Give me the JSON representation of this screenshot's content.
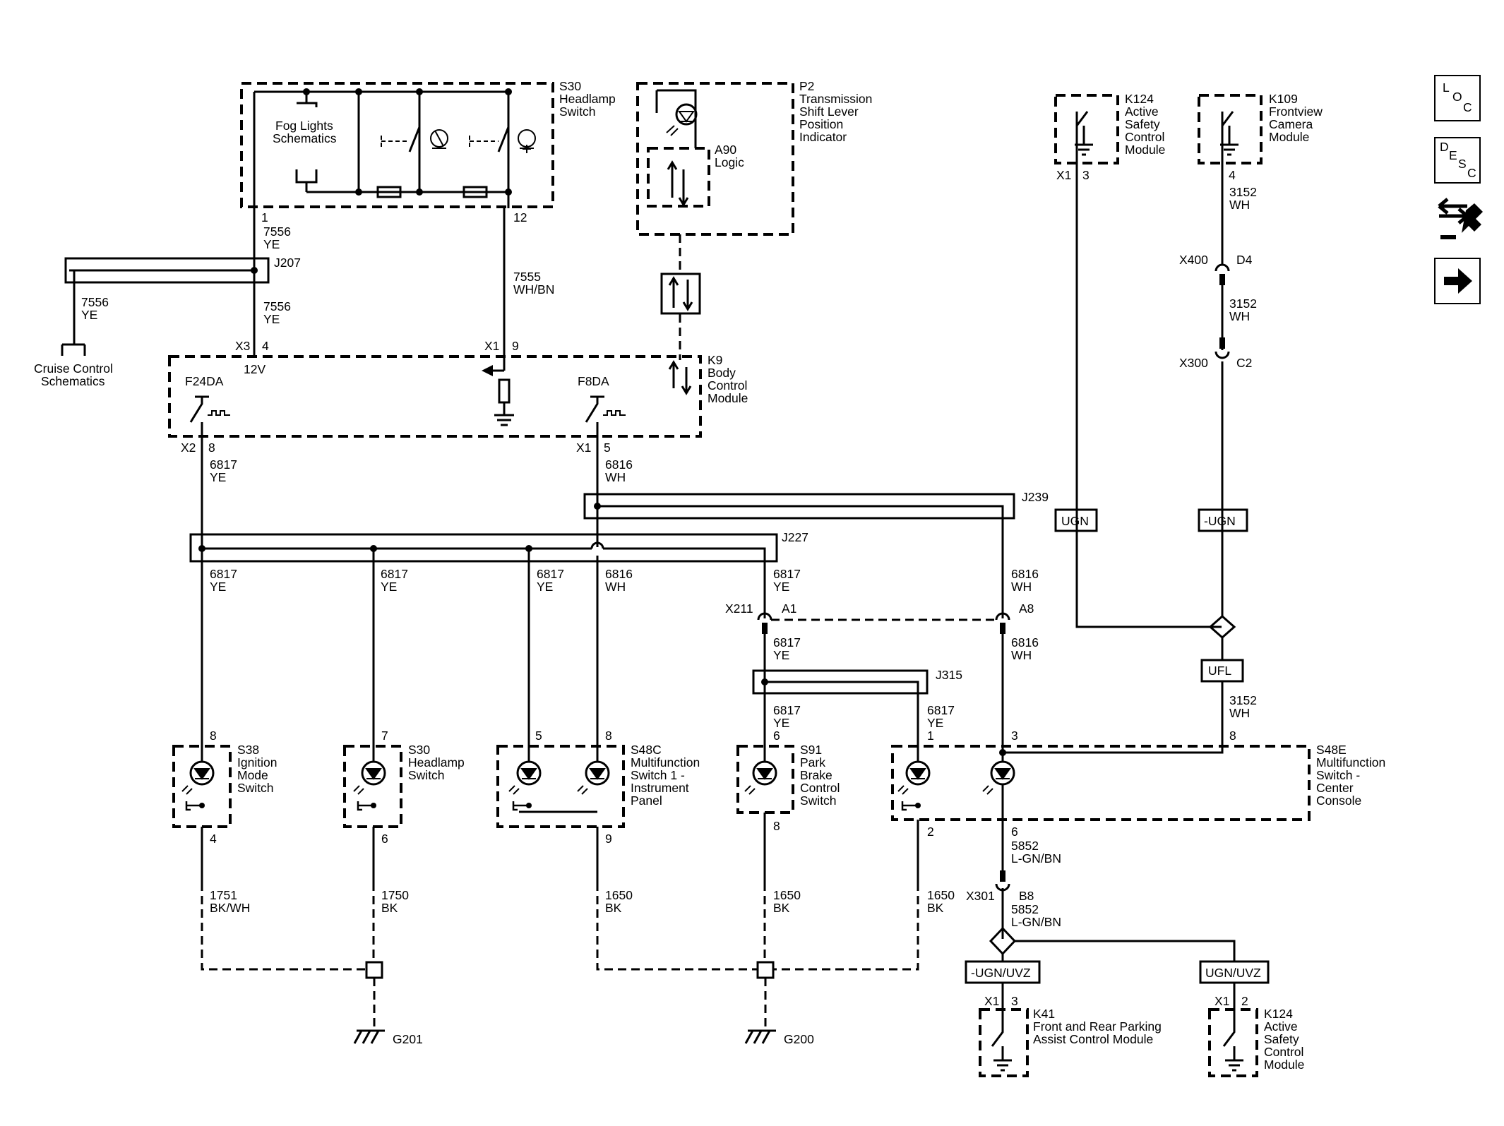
{
  "components": {
    "s30_top": {
      "id": "S30",
      "name": [
        "Headlamp",
        "Switch"
      ],
      "inner": [
        "Fog Lights",
        "Schematics"
      ],
      "pin_a": "1",
      "pin_b": "12"
    },
    "p2": {
      "id": "P2",
      "name": [
        "Transmission",
        "Shift Lever",
        "Position",
        "Indicator"
      ]
    },
    "a90": {
      "id": "A90",
      "name": "Logic"
    },
    "k9": {
      "id": "K9",
      "name": [
        "Body",
        "Control",
        "Module"
      ],
      "x3": "X3",
      "x3_pin": "4",
      "v12": "12V",
      "x1": "X1",
      "x1_pin": "9",
      "f24": "F24DA",
      "f8": "F8DA",
      "x2": "X2",
      "x2_pin": "8",
      "x1b": "X1",
      "x1b_pin": "5"
    },
    "k124_top": {
      "id": "K124",
      "name": [
        "Active",
        "Safety",
        "Control",
        "Module"
      ],
      "conn": "X1",
      "pin": "3"
    },
    "k109": {
      "id": "K109",
      "name": [
        "Frontview",
        "Camera",
        "Module"
      ],
      "pin": "4"
    },
    "cruise": {
      "name": [
        "Cruise Control",
        "Schematics"
      ]
    },
    "s38": {
      "id": "S38",
      "name": [
        "Ignition",
        "Mode",
        "Switch"
      ],
      "pin_top": "8",
      "pin_bot": "4"
    },
    "s30_bot": {
      "id": "S30",
      "name": [
        "Headlamp",
        "Switch"
      ],
      "pin_top": "7",
      "pin_bot": "6"
    },
    "s48c": {
      "id": "S48C",
      "name": [
        "Multifunction",
        "Switch 1 -",
        "Instrument",
        "Panel"
      ],
      "pin_a": "5",
      "pin_b": "8",
      "pin_bot": "9"
    },
    "s91": {
      "id": "S91",
      "name": [
        "Park",
        "Brake",
        "Control",
        "Switch"
      ],
      "pin_top": "6",
      "pin_bot": "8"
    },
    "s48e": {
      "id": "S48E",
      "name": [
        "Multifunction",
        "Switch -",
        "Center",
        "Console"
      ],
      "pin_a": "1",
      "pin_b": "3",
      "pin_c": "8",
      "pin_bot_a": "2",
      "pin_bot_b": "6"
    },
    "k41": {
      "id": "K41",
      "name": [
        "Front and Rear Parking",
        "Assist Control Module"
      ],
      "conn": "X1",
      "pin": "3"
    },
    "k124_bot": {
      "id": "K124",
      "name": [
        "Active",
        "Safety",
        "Control",
        "Module"
      ],
      "conn": "X1",
      "pin": "2"
    }
  },
  "splices": {
    "j207": "J207",
    "j239": "J239",
    "j227": "J227",
    "j315": "J315"
  },
  "connectors": {
    "x400": {
      "id": "X400",
      "pin": "D4"
    },
    "x300": {
      "id": "X300",
      "pin": "C2"
    },
    "x211": {
      "id": "X211",
      "pin_a": "A1",
      "pin_b": "A8"
    },
    "x301": {
      "id": "X301",
      "pin": "B8"
    }
  },
  "grounds": {
    "g201": "G201",
    "g200": "G200"
  },
  "labels": {
    "ugn": "UGN",
    "nugn": "-UGN",
    "ufl": "UFL",
    "nugn_uvz": "-UGN/UVZ",
    "ugn_uvz": "UGN/UVZ"
  },
  "wires": {
    "w7556_a": [
      "7556",
      "YE"
    ],
    "w7556_b": [
      "7556",
      "YE"
    ],
    "w7556_c": [
      "7556",
      "YE"
    ],
    "w7555": [
      "7555",
      "WH/BN"
    ],
    "w6817_top": [
      "6817",
      "YE"
    ],
    "w6816_top": [
      "6816",
      "WH"
    ],
    "w3152_a": [
      "3152",
      "WH"
    ],
    "w3152_b": [
      "3152",
      "WH"
    ],
    "w3152_c": [
      "3152",
      "WH"
    ],
    "w6817_1": [
      "6817",
      "YE"
    ],
    "w6817_2": [
      "6817",
      "YE"
    ],
    "w6817_3": [
      "6817",
      "YE"
    ],
    "w6816_1": [
      "6816",
      "WH"
    ],
    "w6817_4": [
      "6817",
      "YE"
    ],
    "w6816_2": [
      "6816",
      "WH"
    ],
    "w6817_5": [
      "6817",
      "YE"
    ],
    "w6816_3": [
      "6816",
      "WH"
    ],
    "w6817_6": [
      "6817",
      "YE"
    ],
    "w6817_7": [
      "6817",
      "YE"
    ],
    "w5852_a": [
      "5852",
      "L-GN/BN"
    ],
    "w5852_b": [
      "5852",
      "L-GN/BN"
    ],
    "w1751": [
      "1751",
      "BK/WH"
    ],
    "w1750": [
      "1750",
      "BK"
    ],
    "w1650_a": [
      "1650",
      "BK"
    ],
    "w1650_b": [
      "1650",
      "BK"
    ],
    "w1650_c": [
      "1650",
      "BK"
    ]
  },
  "nav": {
    "loc": [
      "L",
      "O",
      "C"
    ],
    "desc": [
      "D",
      "E",
      "S",
      "C"
    ],
    "icons": [
      "swap-arrows-icon",
      "wrench-icon",
      "right-arrow-icon"
    ]
  }
}
